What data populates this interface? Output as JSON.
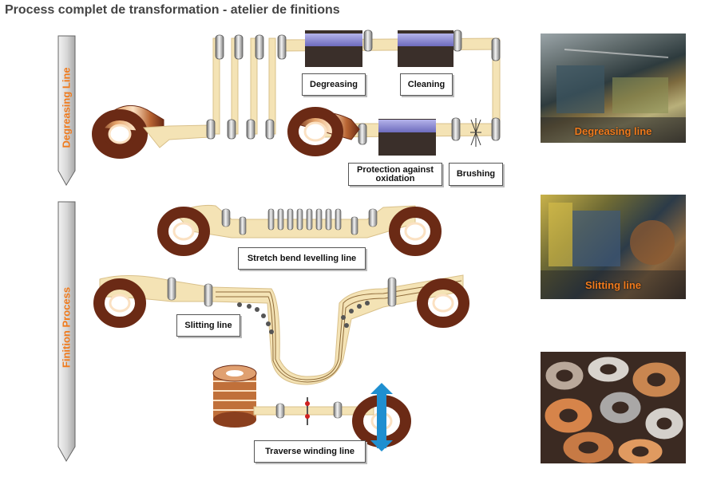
{
  "title": "Process complet de transformation - atelier de finitions",
  "sections": {
    "degreasing": {
      "label": "Degreasing Line"
    },
    "finition": {
      "label": "Finition Process"
    }
  },
  "boxes": {
    "degreasing": "Degreasing",
    "cleaning": "Cleaning",
    "protection": "Protection against oxidation",
    "brushing": "Brushing",
    "stretch": "Stretch bend levelling line",
    "slitting": "Slitting line",
    "traverse": "Traverse winding line"
  },
  "photos": {
    "degreasing": "Degreasing line",
    "slitting": "Slitting line",
    "coils": ""
  },
  "colors": {
    "accent": "#f07a1c",
    "copper": "#c0703a",
    "strip": "#f4e3b5",
    "tank": "#3a2f2a",
    "tank_liquid": "#8a87d0",
    "arrow_blue": "#1f8fd0"
  }
}
